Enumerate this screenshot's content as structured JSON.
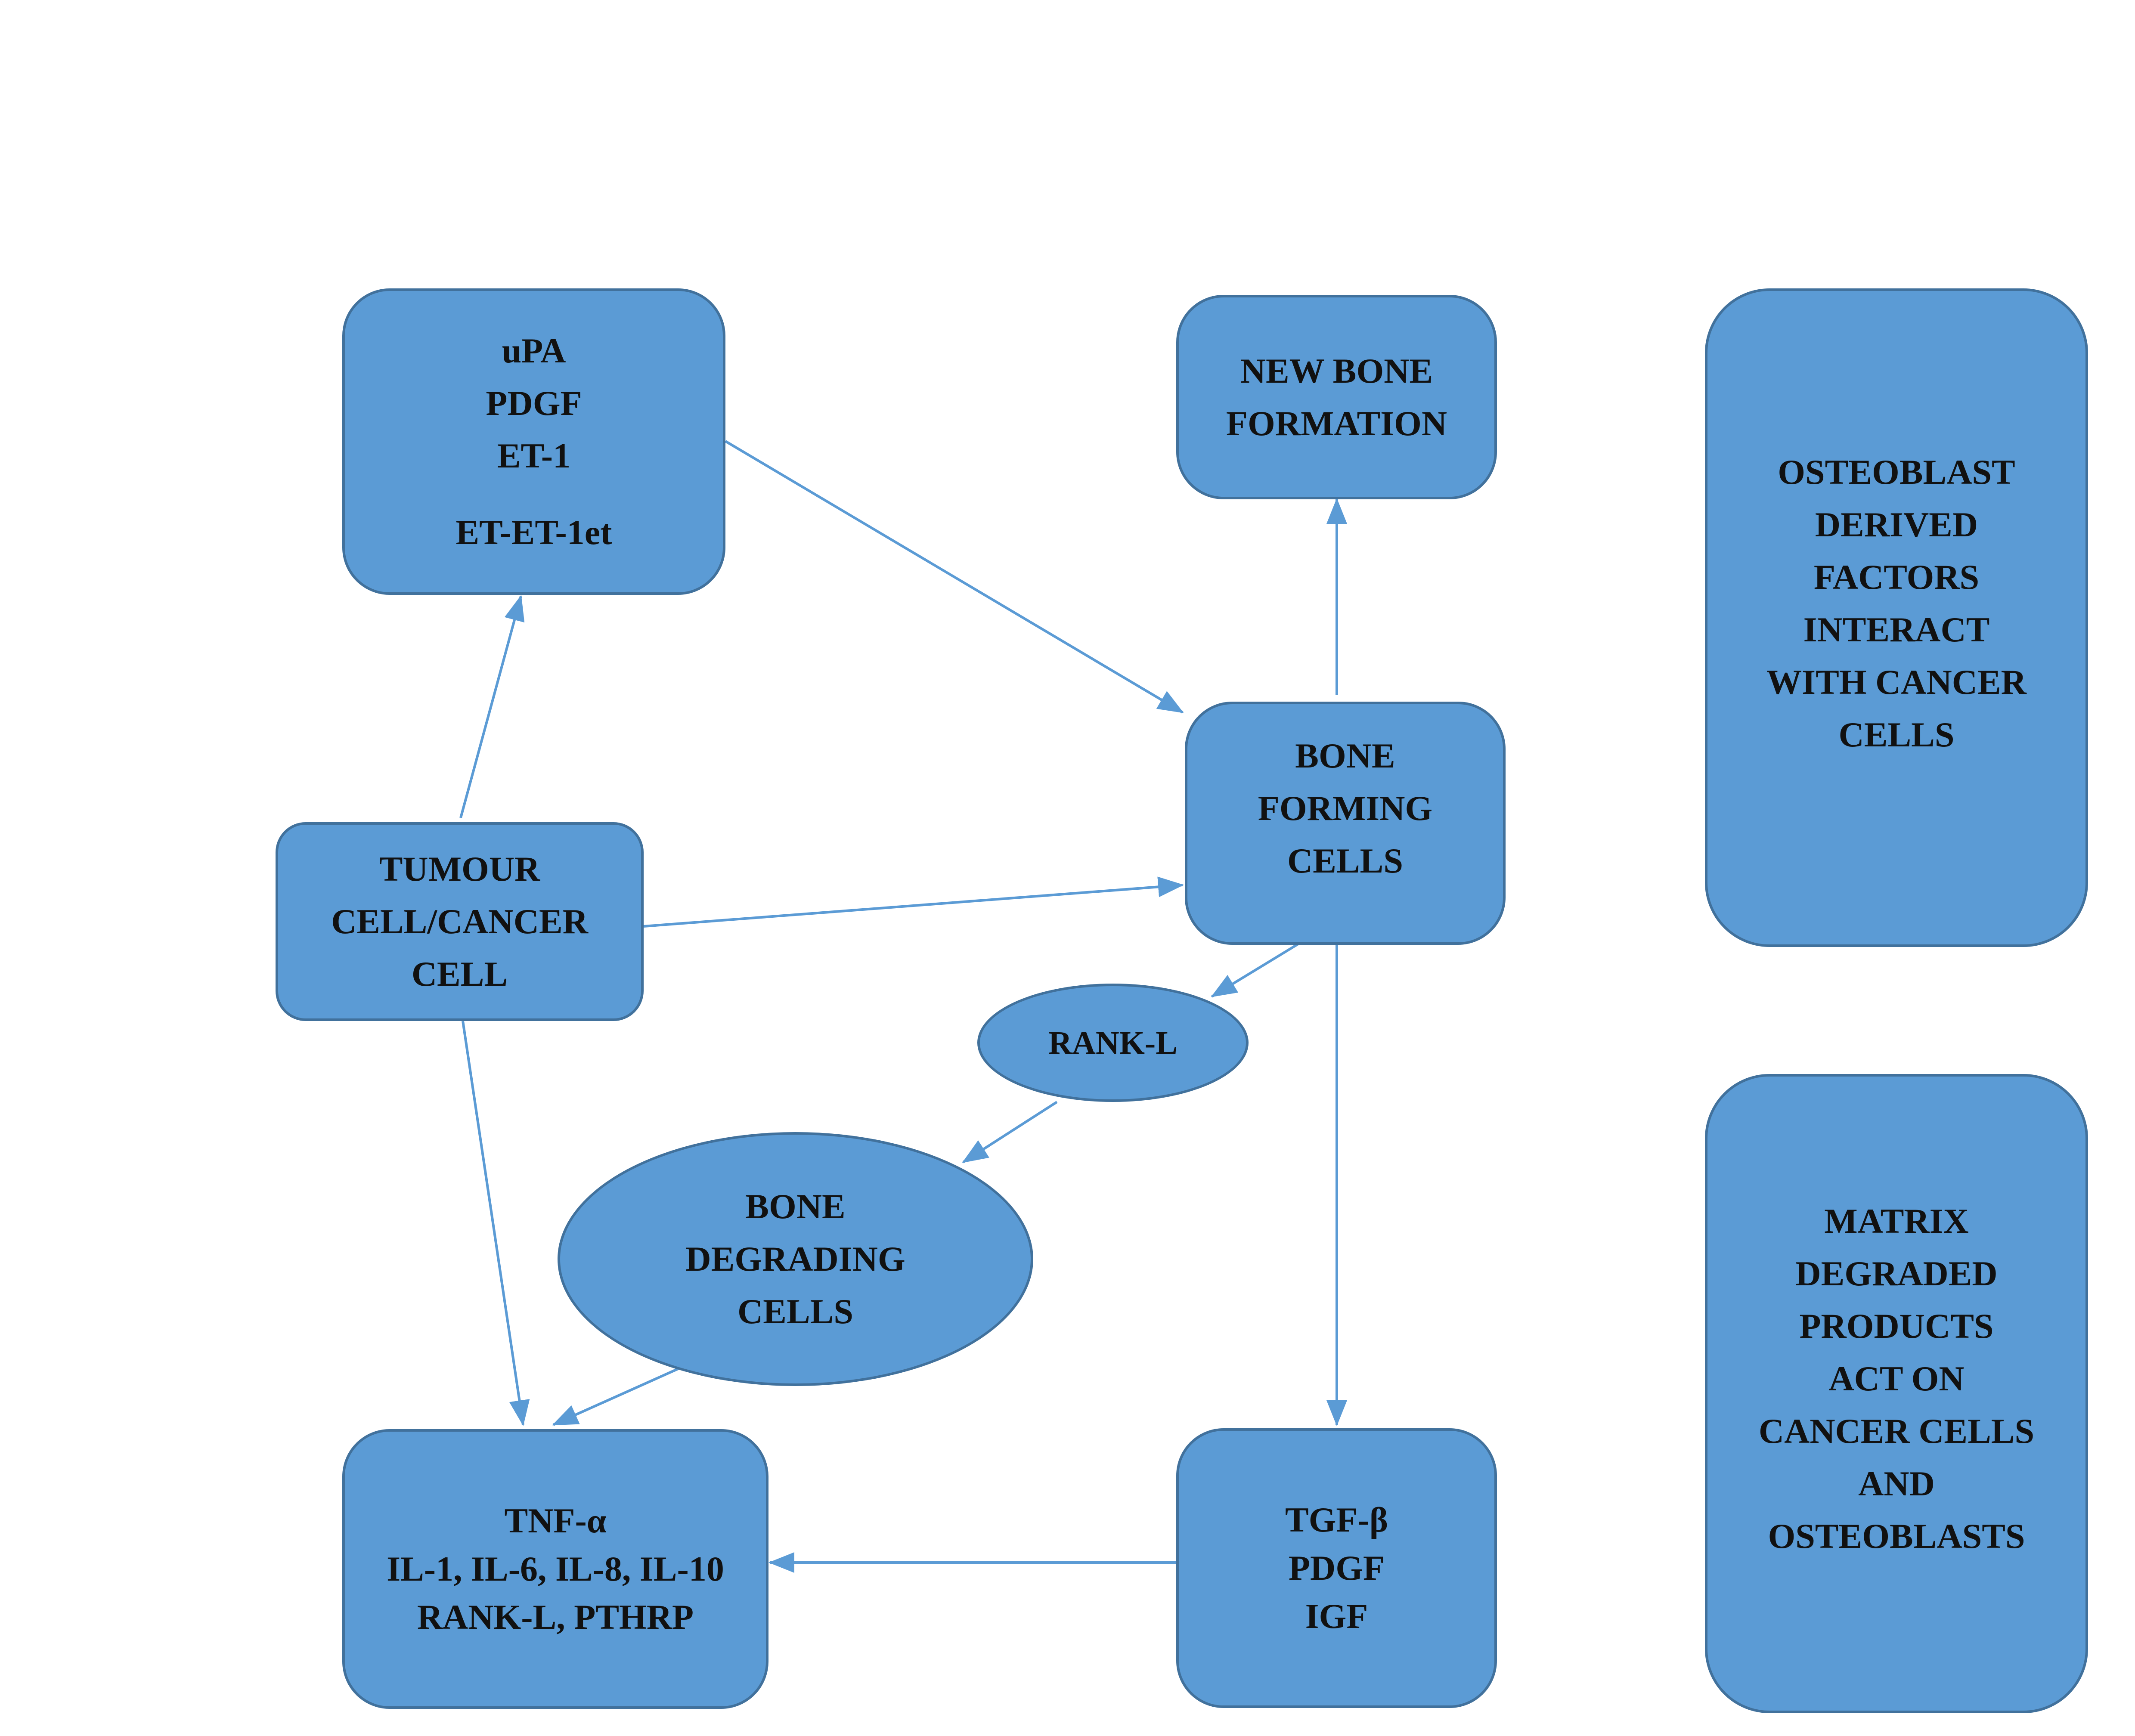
{
  "nodes": {
    "growth_factors": {
      "lines": [
        "uPA",
        "PDGF",
        "ET-1",
        "ET-ET-1et"
      ]
    },
    "new_bone_formation": {
      "lines": [
        "NEW BONE",
        "FORMATION"
      ]
    },
    "osteoblast_factors_note": {
      "lines": [
        "OSTEOBLAST",
        "DERIVED",
        "FACTORS",
        "INTERACT",
        "WITH CANCER",
        "CELLS"
      ]
    },
    "bone_forming_cells": {
      "lines": [
        "BONE",
        "FORMING",
        "CELLS"
      ]
    },
    "tumour_cell": {
      "lines": [
        "TUMOUR",
        "CELL/CANCER",
        "CELL"
      ]
    },
    "rank_l": {
      "lines": [
        "RANK-L"
      ]
    },
    "bone_degrading_cells": {
      "lines": [
        "BONE",
        "DEGRADING",
        "CELLS"
      ]
    },
    "cytokines": {
      "lines": [
        "TNF-α",
        "IL-1, IL-6, IL-8, IL-10",
        "RANK-L, PTHRP"
      ]
    },
    "matrix_factors": {
      "lines": [
        "TGF-β",
        "PDGF",
        "IGF"
      ]
    },
    "matrix_note": {
      "lines": [
        "MATRIX",
        "DEGRADED",
        "PRODUCTS",
        "ACT ON",
        "CANCER CELLS",
        "AND",
        "OSTEOBLASTS"
      ]
    }
  },
  "edges": [
    {
      "from": "tumour_cell",
      "to": "growth_factors"
    },
    {
      "from": "growth_factors",
      "to": "bone_forming_cells"
    },
    {
      "from": "tumour_cell",
      "to": "bone_forming_cells"
    },
    {
      "from": "bone_forming_cells",
      "to": "new_bone_formation"
    },
    {
      "from": "bone_forming_cells",
      "to": "rank_l"
    },
    {
      "from": "rank_l",
      "to": "bone_degrading_cells"
    },
    {
      "from": "bone_forming_cells",
      "to": "matrix_factors"
    },
    {
      "from": "tumour_cell",
      "to": "cytokines"
    },
    {
      "from": "bone_degrading_cells",
      "to": "cytokines"
    },
    {
      "from": "matrix_factors",
      "to": "cytokines"
    }
  ],
  "colors": {
    "node_fill": "#5b9bd5",
    "node_border": "#41719c",
    "arrow": "#5b9bd5",
    "text": "#111111"
  }
}
